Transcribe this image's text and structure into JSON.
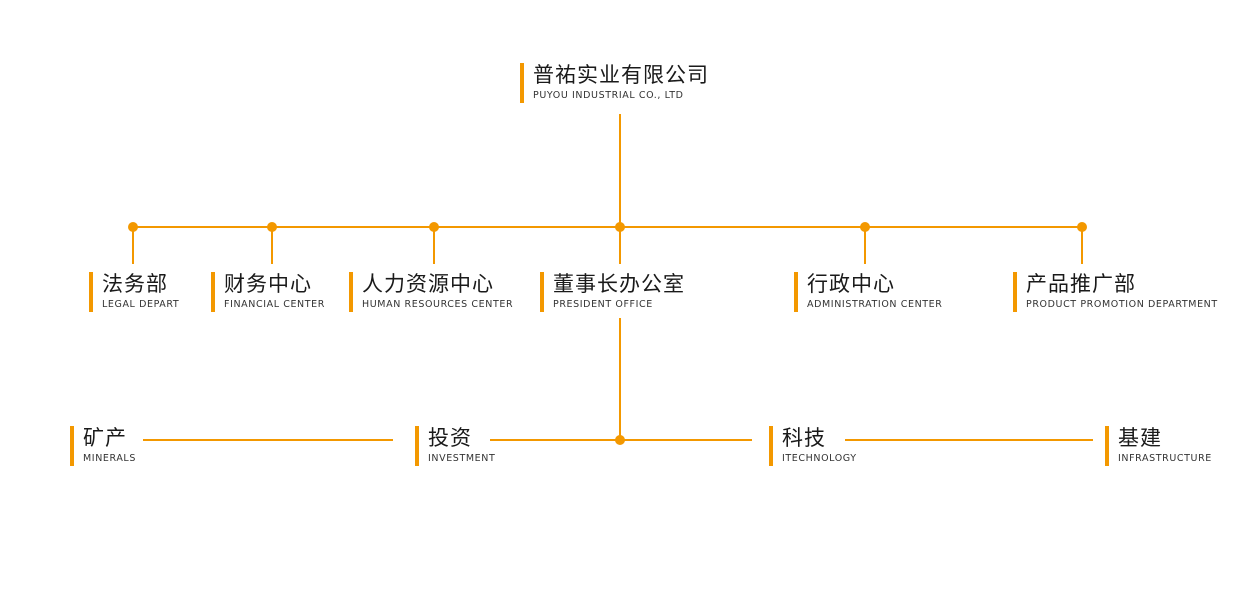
{
  "theme": {
    "accent": "#f39800",
    "title_color": "#1a1a1a",
    "subtitle_color": "#333333",
    "background": "#ffffff"
  },
  "root": {
    "title": "普祐实业有限公司",
    "subtitle": "PUYOU INDUSTRIAL CO., LTD"
  },
  "departments": [
    {
      "title": "法务部",
      "subtitle": "LEGAL DEPART"
    },
    {
      "title": "财务中心",
      "subtitle": "FINANCIAL CENTER"
    },
    {
      "title": "人力资源中心",
      "subtitle": "HUMAN RESOURCES CENTER"
    },
    {
      "title": "董事长办公室",
      "subtitle": "PRESIDENT OFFICE"
    },
    {
      "title": "行政中心",
      "subtitle": "ADMINISTRATION CENTER"
    },
    {
      "title": "产品推广部",
      "subtitle": "PRODUCT PROMOTION DEPARTMENT"
    }
  ],
  "businesses": [
    {
      "title": "矿产",
      "subtitle": "MINERALS"
    },
    {
      "title": "投资",
      "subtitle": "INVESTMENT"
    },
    {
      "title": "科技",
      "subtitle": "ITECHNOLOGY"
    },
    {
      "title": "基建",
      "subtitle": "INFRASTRUCTURE"
    }
  ]
}
